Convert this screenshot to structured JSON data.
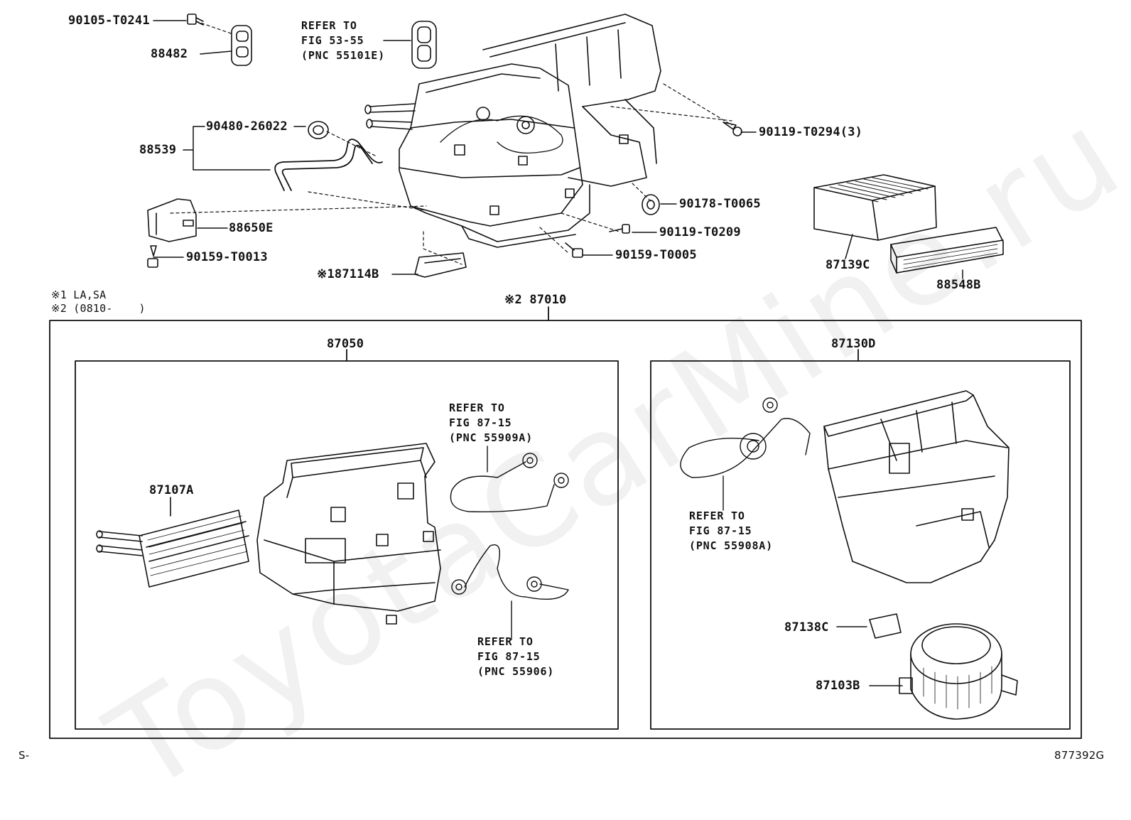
{
  "watermark": "ToyotaCarMine.ru",
  "notes": {
    "note1": "※1 LA,SA",
    "note2": "※2 (0810-    )"
  },
  "footer": {
    "left": "S-",
    "right": "877392G"
  },
  "top_parts": {
    "p90105": "90105-T0241",
    "p88482": "88482",
    "p90480": "90480-26022",
    "p88539": "88539",
    "p88650e": "88650E",
    "p90159_t0013": "90159-T0013",
    "p187114b": "※187114B",
    "p90119_t0294": "90119-T0294(3)",
    "p90178": "90178-T0065",
    "p90119_t0209": "90119-T0209",
    "p90159_t0005": "90159-T0005",
    "p87139c": "87139C",
    "p88548b": "88548B",
    "refer_fig53": "REFER TO\nFIG 53-55\n(PNC 55101E)"
  },
  "assembly": {
    "p87010": "※2 87010",
    "left_box": {
      "title": "87050",
      "p87107a": "87107A",
      "refer_55909a": "REFER TO\nFIG 87-15\n(PNC 55909A)",
      "refer_55906": "REFER TO\nFIG 87-15\n(PNC 55906)"
    },
    "right_box": {
      "title": "87130D",
      "refer_55908a": "REFER TO\nFIG 87-15\n(PNC 55908A)",
      "p87138c": "87138C",
      "p87103b": "87103B"
    }
  }
}
